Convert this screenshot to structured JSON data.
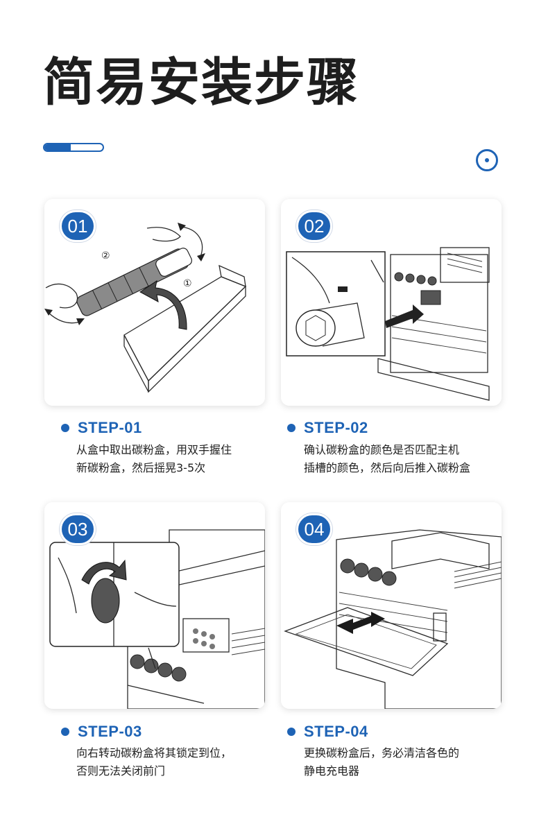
{
  "title": "简易安装步骤",
  "progress": 0.45,
  "colors": {
    "accent": "#1e63b5",
    "text": "#222222"
  },
  "header_icon": "circle-dot-icon",
  "steps": [
    {
      "badge": "01",
      "label": "STEP-01",
      "lines": [
        "从盒中取出碳粉盒，用双手握住",
        "新碳粉盒，然后摇晃3-5次"
      ],
      "markers": [
        "②",
        "①"
      ]
    },
    {
      "badge": "02",
      "label": "STEP-02",
      "lines": [
        "确认碳粉盒的颜色是否匹配主机",
        "插槽的颜色，然后向后推入碳粉盒"
      ]
    },
    {
      "badge": "03",
      "label": "STEP-03",
      "lines": [
        "向右转动碳粉盒将其锁定到位，",
        "否则无法关闭前门"
      ]
    },
    {
      "badge": "04",
      "label": "STEP-04",
      "lines": [
        "更换碳粉盒后，务必清洁各色的",
        "静电充电器"
      ]
    }
  ]
}
